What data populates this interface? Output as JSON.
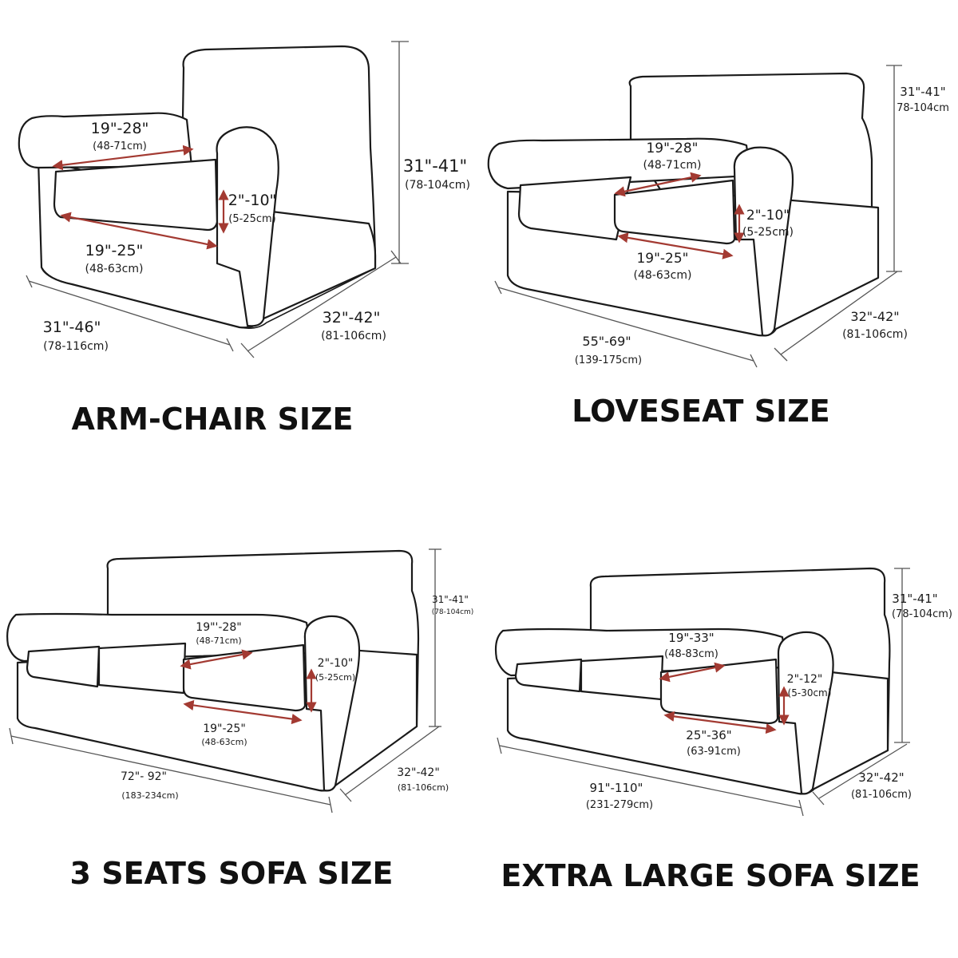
{
  "colors": {
    "measure_arrow": "#a33a32",
    "outline": "#1a1a1a",
    "background": "#ffffff"
  },
  "armchair": {
    "title": "ARM-CHAIR SIZE",
    "back_width": {
      "in": "19\"-28\"",
      "cm": "(48-71cm)"
    },
    "cushion_height": {
      "in": "2\"-10\"",
      "cm": "(5-25cm)"
    },
    "seat_depth": {
      "in": "19\"-25\"",
      "cm": "(48-63cm)"
    },
    "height": {
      "in": "31\"-41\"",
      "cm": "(78-104cm)"
    },
    "width": {
      "in": "31\"-46\"",
      "cm": "(78-116cm)"
    },
    "depth": {
      "in": "32\"-42\"",
      "cm": "(81-106cm)"
    }
  },
  "loveseat": {
    "title": "LOVESEAT SIZE",
    "back_width": {
      "in": "19\"-28\"",
      "cm": "(48-71cm)"
    },
    "cushion_height": {
      "in": "2\"-10\"",
      "cm": "(5-25cm)"
    },
    "seat_depth": {
      "in": "19\"-25\"",
      "cm": "(48-63cm)"
    },
    "height": {
      "in": "31\"-41\"",
      "cm": "78-104cm"
    },
    "width": {
      "in": "55\"-69\"",
      "cm": "(139-175cm)"
    },
    "depth": {
      "in": "32\"-42\"",
      "cm": "(81-106cm)"
    }
  },
  "sofa3": {
    "title": "3 SEATS SOFA SIZE",
    "back_width": {
      "in": "19\"'-28\"",
      "cm": "(48-71cm)"
    },
    "cushion_height": {
      "in": "2\"-10\"",
      "cm": "(5-25cm)"
    },
    "seat_depth": {
      "in": "19\"-25\"",
      "cm": "(48-63cm)"
    },
    "height": {
      "in": "31\"-41\"",
      "cm": "(78-104cm)"
    },
    "width": {
      "in": "72\"- 92\"",
      "cm": "(183-234cm)"
    },
    "depth": {
      "in": "32\"-42\"",
      "cm": "(81-106cm)"
    }
  },
  "xlsofa": {
    "title": "EXTRA LARGE SOFA SIZE",
    "back_width": {
      "in": "19\"-33\"",
      "cm": "(48-83cm)"
    },
    "cushion_height": {
      "in": "2\"-12\"",
      "cm": "(5-30cm)"
    },
    "seat_depth": {
      "in": "25\"-36\"",
      "cm": "(63-91cm)"
    },
    "height": {
      "in": "31\"-41\"",
      "cm": "(78-104cm)"
    },
    "width": {
      "in": "91\"-110\"",
      "cm": "(231-279cm)"
    },
    "depth": {
      "in": "32\"-42\"",
      "cm": "(81-106cm)"
    }
  }
}
